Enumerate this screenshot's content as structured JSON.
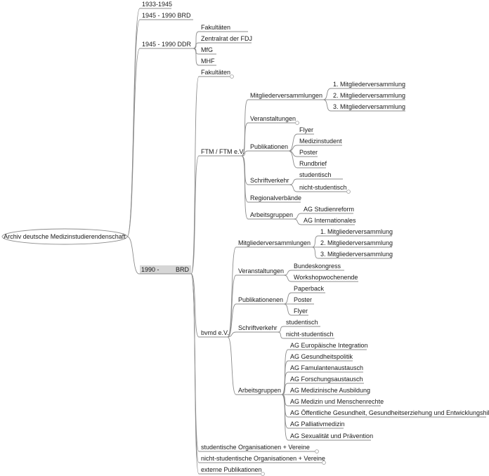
{
  "root": "Archiv deutsche Medizinstudierendenschaft",
  "periods": {
    "p1933": "1933-1945",
    "p1945brd": "1945 - 1990 BRD",
    "p1945ddr": {
      "label": "1945 - 1990 DDR",
      "children": [
        "Fakultäten",
        "Zentralrat der FDJ",
        "MfG",
        "MHF"
      ]
    },
    "p1990": {
      "label_left": "1990 -",
      "label_right": "BRD",
      "faculties": "Fakultäten",
      "ftm": {
        "label": "FTM / FTM e.V.",
        "mv": {
          "label": "Mitgliederversammlungen",
          "items": [
            "1. Mitgliederversammlung",
            "2. Mitgliederversammlung",
            "3. Mitgliederversammlung"
          ]
        },
        "events": "Veranstaltungen",
        "pub": {
          "label": "Publikationen",
          "items": [
            "Flyer",
            "Medizinstudent",
            "Poster",
            "Rundbrief"
          ]
        },
        "letters": {
          "label": "Schriftverkehr",
          "items": [
            "studentisch",
            "nicht-studentisch"
          ]
        },
        "regional": "Regionalverbände",
        "groups": {
          "label": "Arbeitsgruppen",
          "items": [
            "AG Studienreform",
            "AG Internationales"
          ]
        }
      },
      "bvmd": {
        "label": "bvmd e.V.",
        "mv": {
          "label": "Mitgliederversammlungen",
          "items": [
            "1. Mitgliederversammlung",
            "2. Mitgliederversammlung",
            "3. Mitgliederversammlung"
          ]
        },
        "events": {
          "label": "Veranstaltungen",
          "items": [
            "Bundeskongress",
            "Workshopwochenende"
          ]
        },
        "pub": {
          "label": "Publikationenen",
          "items": [
            "Paperback",
            "Poster",
            "Flyer"
          ]
        },
        "letters": {
          "label": "Schriftverkehr",
          "items": [
            "studentisch",
            "nicht-studentisch"
          ]
        },
        "groups": {
          "label": "Arbeitsgruppen",
          "items": [
            "AG Europäische Integration",
            "AG Gesundheitspolitik",
            "AG Famulantenaustausch",
            "AG Forschungsaustausch",
            "AG Medizinische Ausbildung",
            "AG Medizin und Menschenrechte",
            "AG Öffentliche Gesundheit, Gesundheitserziehung und Entwicklungshilfe",
            "AG Palliativmedizin",
            "AG Sexualität und Prävention"
          ]
        }
      },
      "stud_orgs": "studentische Organisationen + Vereine",
      "nonstud_orgs": "nicht-studentische Organisationen + Vereine",
      "ext_pub": "externe Publikationen"
    }
  }
}
